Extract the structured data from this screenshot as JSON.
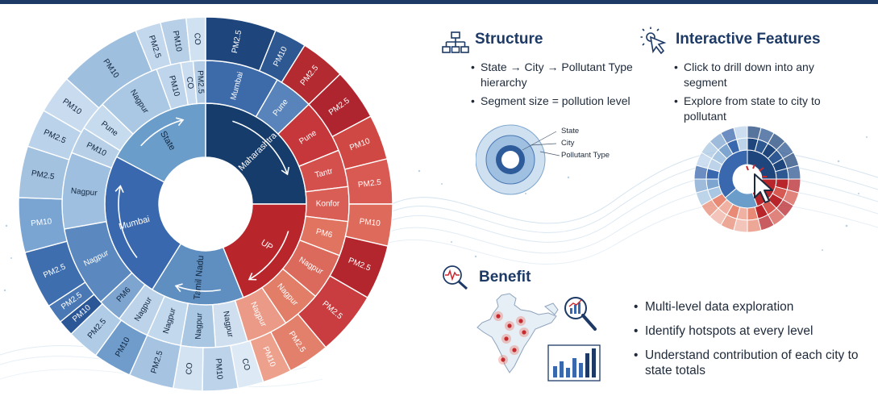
{
  "structure": {
    "title": "Structure",
    "bullets": [
      "State → City → Pollutant Type hierarchy",
      "Segment size = pollution level"
    ],
    "legend": [
      "State",
      "City",
      "Pollutant Type"
    ]
  },
  "interactive": {
    "title": "Interactive Features",
    "bullets": [
      "Click to drill down into any segment",
      "Explore from state to city to pollutant"
    ]
  },
  "benefit": {
    "title": "Benefit",
    "bullets": [
      "Multi-level data exploration",
      "Identify hotspots at every level",
      "Understand contribution of each city to state totals"
    ]
  },
  "sunburst": {
    "rings": [
      {
        "level": "state",
        "segments": [
          {
            "label": "Maharashtra",
            "start": 0,
            "end": 90,
            "color": "#163c6b",
            "text": "#ffffff"
          },
          {
            "label": "UP",
            "start": 90,
            "end": 158,
            "color": "#b8262c",
            "text": "#ffffff"
          },
          {
            "label": "Tamil Nadu",
            "start": 158,
            "end": 212,
            "color": "#5f8fc0",
            "text": "#12263f"
          },
          {
            "label": "Mumbai",
            "start": 212,
            "end": 298,
            "color": "#3a68ae",
            "text": "#ffffff"
          },
          {
            "label": "State",
            "start": 298,
            "end": 360,
            "color": "#6a9dca",
            "text": "#12263f"
          }
        ]
      },
      {
        "level": "city",
        "segments": [
          {
            "label": "Mumbai",
            "start": 0,
            "end": 30,
            "color": "#3d6aa8",
            "text": "#ffffff"
          },
          {
            "label": "Pune",
            "start": 30,
            "end": 46,
            "color": "#5884bb",
            "text": "#ffffff"
          },
          {
            "label": "Pune",
            "start": 46,
            "end": 68,
            "color": "#c6373b",
            "text": "#ffffff"
          },
          {
            "label": "Tantr",
            "start": 68,
            "end": 83,
            "color": "#d3504d",
            "text": "#ffffff"
          },
          {
            "label": "Konfor",
            "start": 83,
            "end": 97,
            "color": "#d95e55",
            "text": "#ffffff"
          },
          {
            "label": "PM6",
            "start": 97,
            "end": 111,
            "color": "#e07460",
            "text": "#ffffff"
          },
          {
            "label": "Nagpur",
            "start": 111,
            "end": 130,
            "color": "#dc6a5c",
            "text": "#ffffff"
          },
          {
            "label": "Nagpur",
            "start": 130,
            "end": 146,
            "color": "#e27d68",
            "text": "#ffffff"
          },
          {
            "label": "Nagpur",
            "start": 146,
            "end": 163,
            "color": "#ea9a87",
            "text": "#ffffff"
          },
          {
            "label": "Nagpur",
            "start": 163,
            "end": 176,
            "color": "#cfdff0",
            "text": "#12263f"
          },
          {
            "label": "Nagpur",
            "start": 176,
            "end": 190,
            "color": "#a9c6e2",
            "text": "#12263f"
          },
          {
            "label": "Nagpur",
            "start": 190,
            "end": 204,
            "color": "#c2d8ec",
            "text": "#12263f"
          },
          {
            "label": "Nagpur",
            "start": 204,
            "end": 217,
            "color": "#bdd3ea",
            "text": "#12263f"
          },
          {
            "label": "PM6",
            "start": 217,
            "end": 227,
            "color": "#7ea5d0",
            "text": "#12263f"
          },
          {
            "label": "Nagpur",
            "start": 227,
            "end": 260,
            "color": "#5a88bf",
            "text": "#ffffff"
          },
          {
            "label": "Nagpur",
            "start": 260,
            "end": 291,
            "color": "#9ebfdf",
            "text": "#12263f"
          },
          {
            "label": "PM10",
            "start": 291,
            "end": 302,
            "color": "#b7d0e8",
            "text": "#12263f"
          },
          {
            "label": "Pune",
            "start": 302,
            "end": 314,
            "color": "#c7dbee",
            "text": "#12263f"
          },
          {
            "label": "Nagpur",
            "start": 314,
            "end": 340,
            "color": "#aac8e4",
            "text": "#12263f"
          },
          {
            "label": "PM10",
            "start": 340,
            "end": 350,
            "color": "#bfd5eb",
            "text": "#12263f"
          },
          {
            "label": "CO",
            "start": 350,
            "end": 355,
            "color": "#cadcef",
            "text": "#12263f"
          },
          {
            "label": "PM2.5",
            "start": 355,
            "end": 360,
            "color": "#b3cde7",
            "text": "#12263f"
          }
        ]
      },
      {
        "level": "pollutant",
        "segments": [
          {
            "label": "PM2.5",
            "start": 0,
            "end": 22,
            "color": "#1f467c",
            "text": "#ffffff"
          },
          {
            "label": "PM10",
            "start": 22,
            "end": 32,
            "color": "#2e5892",
            "text": "#ffffff"
          },
          {
            "label": "PM2.5",
            "start": 32,
            "end": 46,
            "color": "#b32a31",
            "text": "#ffffff"
          },
          {
            "label": "PM2.5",
            "start": 46,
            "end": 62,
            "color": "#ae2530",
            "text": "#ffffff"
          },
          {
            "label": "PM10",
            "start": 62,
            "end": 76,
            "color": "#cf4843",
            "text": "#ffffff"
          },
          {
            "label": "PM2.5",
            "start": 76,
            "end": 90,
            "color": "#d85a52",
            "text": "#ffffff"
          },
          {
            "label": "PM10",
            "start": 90,
            "end": 103,
            "color": "#de6a5b",
            "text": "#ffffff"
          },
          {
            "label": "PM2.5",
            "start": 103,
            "end": 120,
            "color": "#b4262d",
            "text": "#ffffff"
          },
          {
            "label": "PM2.5",
            "start": 120,
            "end": 140,
            "color": "#c93c3f",
            "text": "#ffffff"
          },
          {
            "label": "PM2.5",
            "start": 140,
            "end": 153,
            "color": "#e3806b",
            "text": "#ffffff"
          },
          {
            "label": "PM10",
            "start": 153,
            "end": 162,
            "color": "#eda08c",
            "text": "#ffffff"
          },
          {
            "label": "CO",
            "start": 162,
            "end": 170,
            "color": "#ddeaf6",
            "text": "#12263f"
          },
          {
            "label": "PM10",
            "start": 170,
            "end": 181,
            "color": "#bcd3ea",
            "text": "#12263f"
          },
          {
            "label": "CO",
            "start": 181,
            "end": 190,
            "color": "#d4e3f2",
            "text": "#12263f"
          },
          {
            "label": "PM2.5",
            "start": 190,
            "end": 204,
            "color": "#a6c4e2",
            "text": "#12263f"
          },
          {
            "label": "PM10",
            "start": 204,
            "end": 216,
            "color": "#6f9ccb",
            "text": "#12263f"
          },
          {
            "label": "PM2.5",
            "start": 216,
            "end": 226,
            "color": "#b0cbe6",
            "text": "#12263f"
          },
          {
            "label": "PM10",
            "start": 226,
            "end": 231,
            "color": "#2c5797",
            "text": "#ffffff"
          },
          {
            "label": "PM2.5",
            "start": 231,
            "end": 237,
            "color": "#4a78b5",
            "text": "#ffffff"
          },
          {
            "label": "PM2.5",
            "start": 237,
            "end": 255,
            "color": "#3f6eae",
            "text": "#ffffff"
          },
          {
            "label": "PM10",
            "start": 255,
            "end": 272,
            "color": "#7aa5d2",
            "text": "#ffffff"
          },
          {
            "label": "PM2.5",
            "start": 272,
            "end": 288,
            "color": "#a3c2e0",
            "text": "#12263f"
          },
          {
            "label": "PM2.5",
            "start": 288,
            "end": 300,
            "color": "#bad2ea",
            "text": "#12263f"
          },
          {
            "label": "PM10",
            "start": 300,
            "end": 312,
            "color": "#c9dcef",
            "text": "#12263f"
          },
          {
            "label": "PM10",
            "start": 312,
            "end": 338,
            "color": "#9fbfdf",
            "text": "#12263f"
          },
          {
            "label": "PM2.5",
            "start": 338,
            "end": 346,
            "color": "#c3d8ed",
            "text": "#12263f"
          },
          {
            "label": "PM10",
            "start": 346,
            "end": 354,
            "color": "#b7d0e8",
            "text": "#12263f"
          },
          {
            "label": "CO",
            "start": 354,
            "end": 360,
            "color": "#d0e1f1",
            "text": "#12263f"
          }
        ]
      }
    ]
  },
  "mini_sunburst": {
    "state_colors": [
      "#1f467c",
      "#b8262c",
      "#6a9dca",
      "#3a68ae"
    ],
    "outer_colors": [
      "#1f467c",
      "#b8262c",
      "#d65a52",
      "#e88a75",
      "#a9c6e2",
      "#7ea5d0",
      "#3a68ae",
      "#bcd3ea"
    ]
  },
  "map_hotspots": 7
}
